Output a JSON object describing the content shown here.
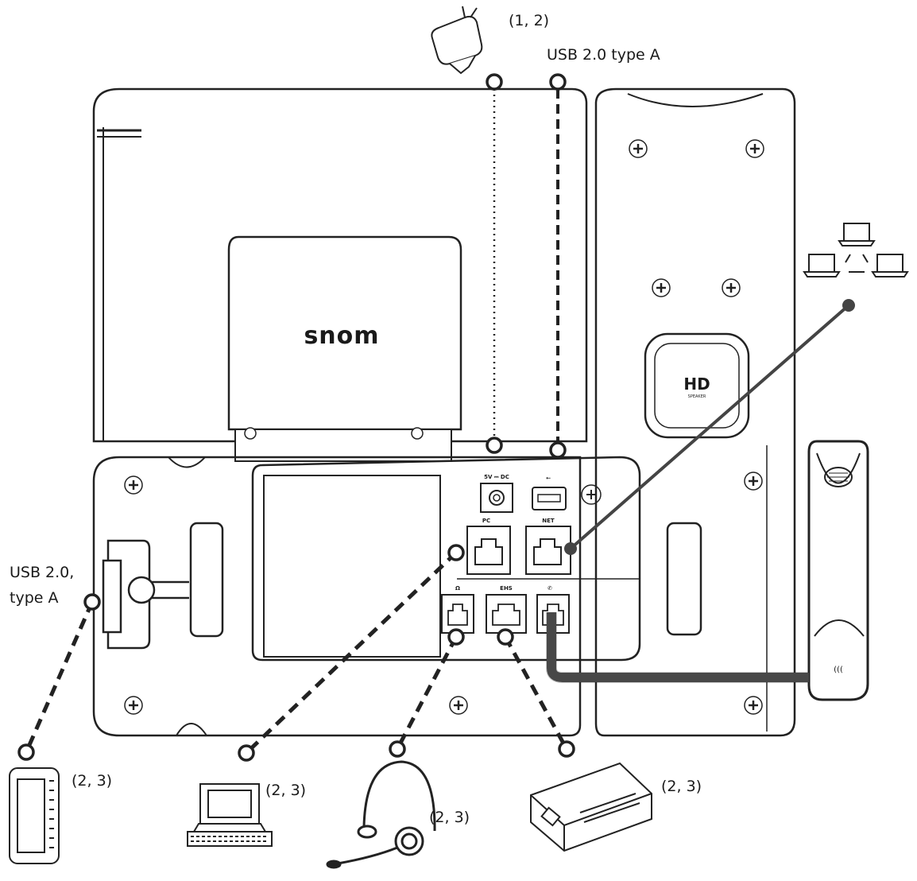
{
  "brand": {
    "logo": "snom",
    "speaker_badge": "HD",
    "speaker_badge_sub": "SPEAKER"
  },
  "ports": {
    "power": "5V ⎓ DC",
    "usb": "⭠",
    "pc": "PC",
    "net": "NET",
    "headset": "Ω",
    "ehs": "EHS",
    "handset": "✆"
  },
  "labels": {
    "power_adapter": "(1, 2)",
    "usb_top": "USB 2.0 type A",
    "usb_side_line1": "USB 2.0,",
    "usb_side_line2": "type A",
    "expansion_module": "(2, 3)",
    "computer": "(2, 3)",
    "headset": "(2, 3)",
    "ehs_adapter": "(2, 3)"
  }
}
